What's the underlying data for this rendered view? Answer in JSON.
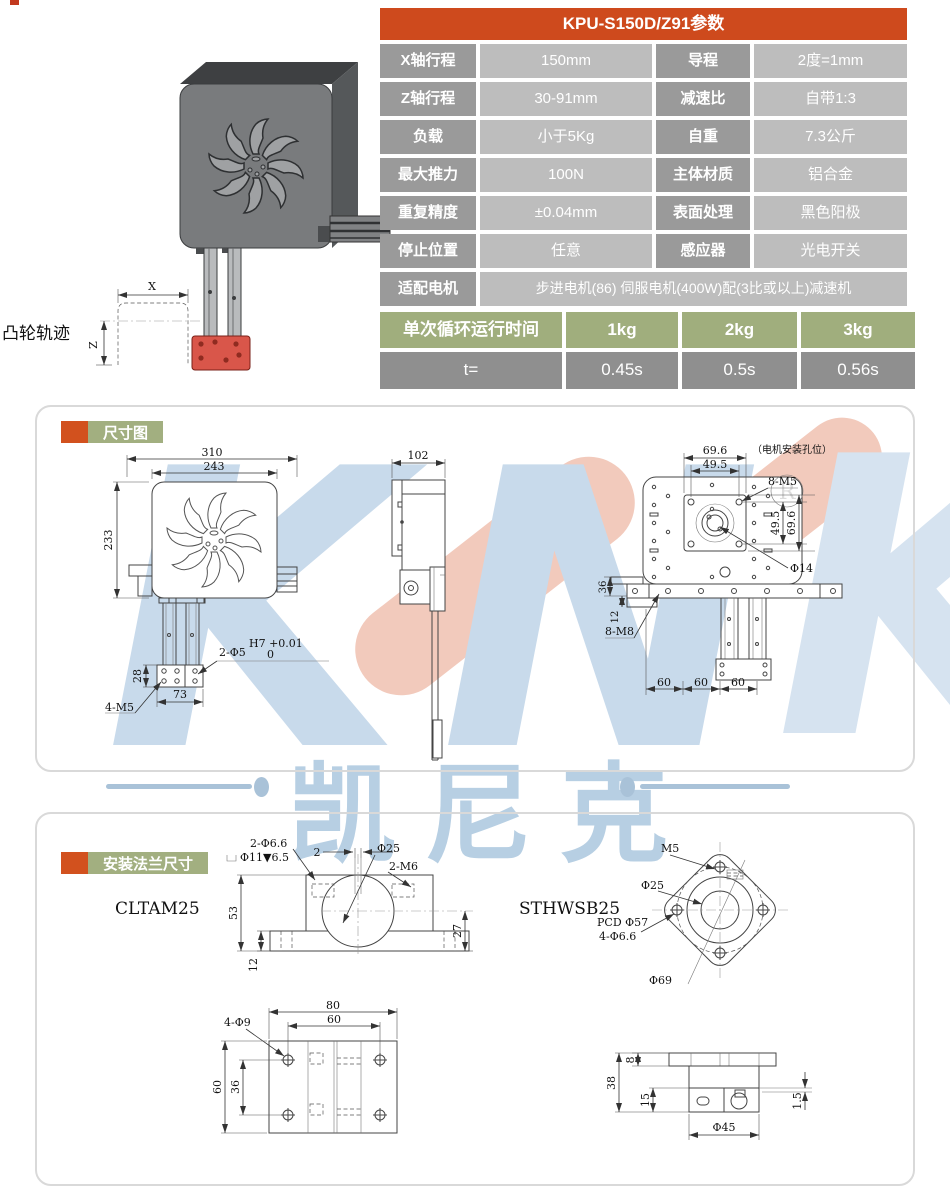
{
  "spec_table": {
    "title": "KPU-S150D/Z91参数",
    "rows": [
      {
        "l1": "X轴行程",
        "v1": "150mm",
        "l2": "导程",
        "v2": "2度=1mm"
      },
      {
        "l1": "Z轴行程",
        "v1": "30-91mm",
        "l2": "减速比",
        "v2": "自带1:3"
      },
      {
        "l1": "负载",
        "v1": "小于5Kg",
        "l2": "自重",
        "v2": "7.3公斤"
      },
      {
        "l1": "最大推力",
        "v1": "100N",
        "l2": "主体材质",
        "v2": "铝合金"
      },
      {
        "l1": "重复精度",
        "v1": "±0.04mm",
        "l2": "表面处理",
        "v2": "黑色阳极"
      },
      {
        "l1": "停止位置",
        "v1": "任意",
        "l2": "感应器",
        "v2": "光电开关"
      }
    ],
    "motor_row": {
      "label": "适配电机",
      "value": "步进电机(86) 伺服电机(400W)配(3比或以上)减速机"
    }
  },
  "cycle_table": {
    "col1": "单次循环运行时间",
    "col2": "1kg",
    "col3": "2kg",
    "col4": "3kg",
    "t_label": "t=",
    "t1": "0.45s",
    "t2": "0.5s",
    "t3": "0.56s"
  },
  "cam": {
    "label": "凸轮轨迹",
    "x": "X",
    "z": "Z"
  },
  "watermark": {
    "k1": "K",
    "n": "N",
    "k2": "K",
    "cn": "凯尼克"
  },
  "sections": {
    "dim": "尺寸图",
    "flange": "安装法兰尺寸"
  },
  "dims": {
    "front": {
      "w310": "310",
      "w243": "243",
      "h233": "233",
      "h28": "28",
      "w73": "73",
      "m5": "4-M5",
      "hole": "2-Φ5",
      "fit_top": "H7 +0.01",
      "fit_bottom": "0"
    },
    "side": {
      "w102": "102"
    },
    "rear": {
      "t696": "69.6",
      "t495": "49.5",
      "note": "（电机安装孔位）",
      "m5": "8-M5",
      "r495": "49.5",
      "r696": "69.6",
      "d14": "Φ14",
      "l36": "36",
      "l12": "12",
      "m8": "8-M8",
      "b60a": "60",
      "b60b": "60",
      "b60c": "60"
    }
  },
  "cltam25": {
    "name": "CLTAM25",
    "front": {
      "holes": "2-Φ6.6",
      "cbore": "Φ11▼6.5",
      "slot": "2",
      "d25": "Φ25",
      "m6": "2-M6",
      "h53": "53",
      "h27": "27",
      "h12": "12"
    },
    "plate": {
      "w80": "80",
      "w60": "60",
      "holes": "4-Φ9",
      "h60": "60",
      "h36": "36"
    }
  },
  "sthwsb25": {
    "name": "STHWSB25",
    "front": {
      "m5": "M5",
      "d25": "Φ25",
      "pcd": "PCD Φ57",
      "holes": "4-Φ6.6",
      "d69": "Φ69"
    },
    "side": {
      "h8": "8",
      "h38": "38",
      "h15": "15",
      "g15": "1.5",
      "d45": "Φ45"
    }
  }
}
